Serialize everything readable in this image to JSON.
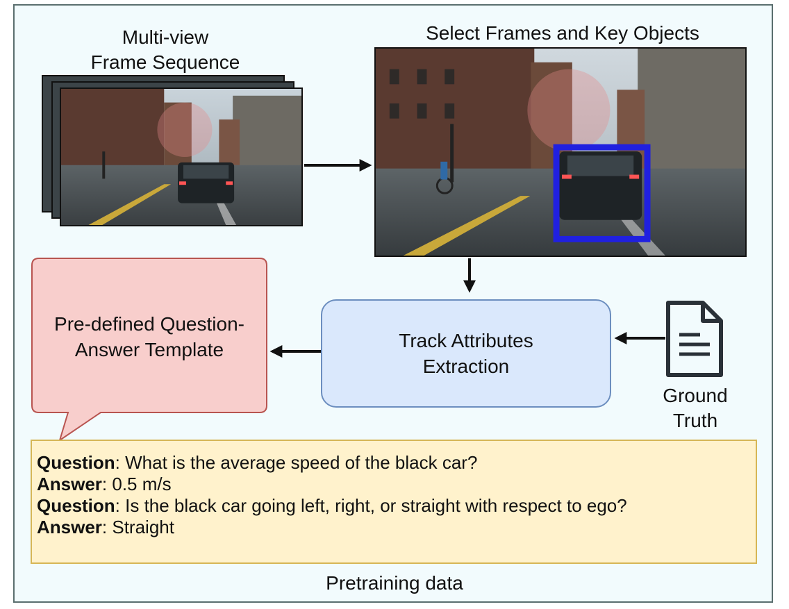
{
  "diagram": {
    "label_multiview": [
      "Multi-view",
      "Frame Sequence"
    ],
    "label_select": "Select Frames and Key Objects",
    "node_track": [
      "Track Attributes",
      "Extraction"
    ],
    "node_template": [
      "Pre-defined Question-",
      "Answer Template"
    ],
    "label_ground_truth": [
      "Ground",
      "Truth"
    ],
    "qa_lines": [
      {
        "key": "Question",
        "value": ": What is the average speed of the black car?"
      },
      {
        "key": "Answer",
        "value": ": 0.5 m/s"
      },
      {
        "key": "Question",
        "value": ": Is the black car going left, right, or straight with respect to ego?"
      },
      {
        "key": "Answer",
        "value": ": Straight"
      }
    ],
    "caption": "Pretraining data",
    "colors": {
      "outer_bg": "#f2fbfd",
      "track_fill": "#dae8fc",
      "track_stroke": "#6c8ebf",
      "template_fill": "#f8cecc",
      "template_stroke": "#b85450",
      "qa_fill": "#fff2cc",
      "qa_stroke": "#d6b656",
      "highlight_box": "#2020e0"
    },
    "icons": [
      "document-icon"
    ]
  }
}
